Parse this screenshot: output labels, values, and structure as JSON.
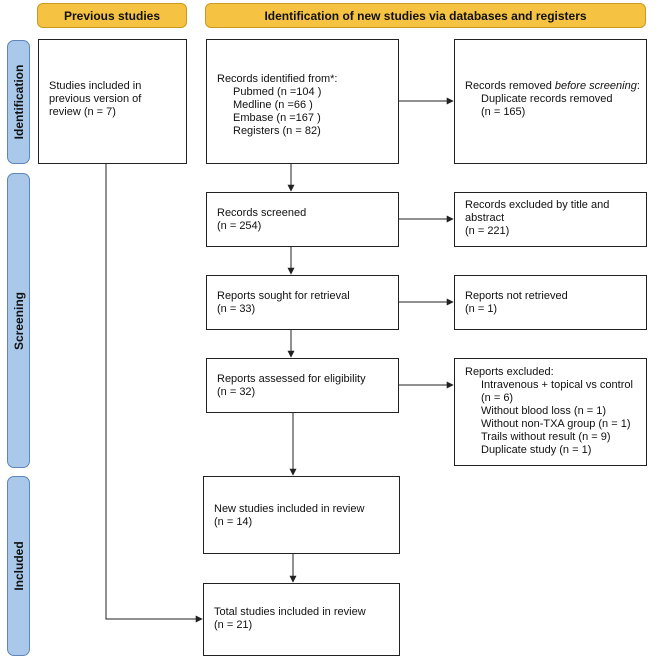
{
  "headers": {
    "previous": "Previous studies",
    "new": "Identification of new studies via databases and registers"
  },
  "stages": {
    "identification": "Identification",
    "screening": "Screening",
    "included": "Included"
  },
  "boxes": {
    "previous_included": {
      "lines": [
        "Studies included in",
        "previous version of",
        "review (n = 7)"
      ]
    },
    "records_identified": {
      "title": "Records identified from*:",
      "items": [
        "Pubmed (n =104 )",
        "Medline (n =66 )",
        "Embase (n =167 )",
        "Registers (n = 82)"
      ]
    },
    "records_removed": {
      "title_prefix": "Records removed ",
      "title_italic": "before screening",
      "title_suffix": ":",
      "item": "Duplicate records removed",
      "count": "(n = 165)"
    },
    "records_screened": {
      "title": "Records screened",
      "count": "(n = 254)"
    },
    "records_excluded": {
      "lines": [
        "Records excluded by title and",
        "abstract",
        "(n = 221)"
      ]
    },
    "reports_sought": {
      "title": "Reports sought for retrieval",
      "count": "(n = 33)"
    },
    "reports_not_retrieved": {
      "title": "Reports not retrieved",
      "count": "(n = 1)"
    },
    "reports_assessed": {
      "title": "Reports assessed for eligibility",
      "count": "(n = 32)"
    },
    "reports_excluded": {
      "title": "Reports excluded:",
      "items": [
        "Intravenous + topical vs control",
        "(n = 6)",
        "Without blood loss (n = 1)",
        "Without non-TXA group (n = 1)",
        "Trails without result (n = 9)",
        "Duplicate study (n = 1)"
      ]
    },
    "new_included": {
      "title": "New studies included in review",
      "count": "(n = 14)"
    },
    "total_included": {
      "title": "Total studies included in review",
      "count": "(n = 21)"
    }
  },
  "colors": {
    "header_fill": "#f5c242",
    "stage_fill": "#a9c8ea",
    "line": "#222222"
  }
}
